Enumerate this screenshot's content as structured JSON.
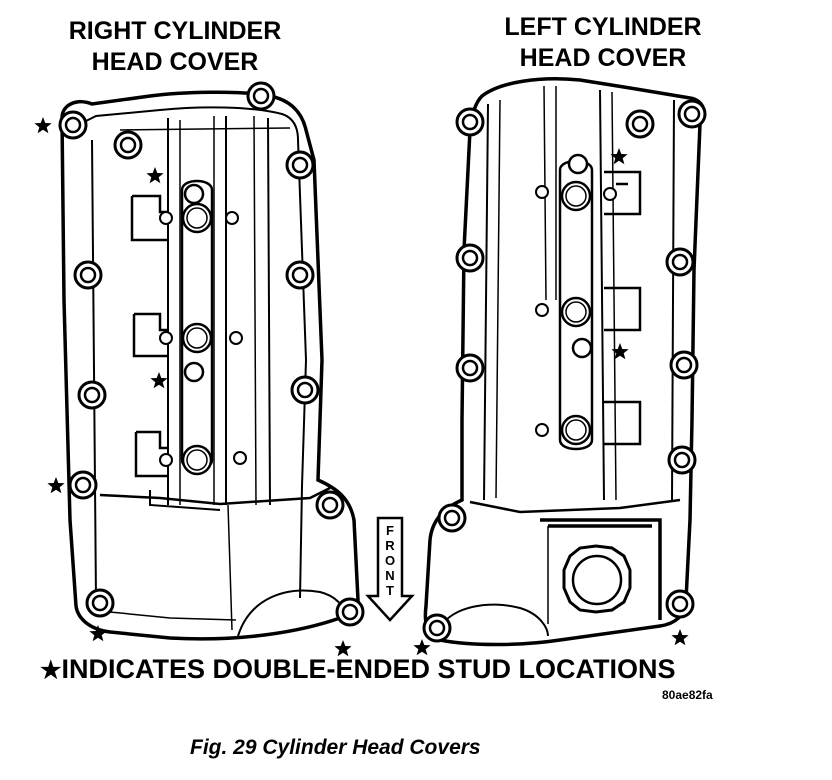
{
  "labels": {
    "right_title": [
      "RIGHT CYLINDER",
      "HEAD COVER"
    ],
    "left_title": [
      "LEFT CYLINDER",
      "HEAD COVER"
    ],
    "front": [
      "F",
      "R",
      "O",
      "N",
      "T"
    ],
    "legend_symbol": "★",
    "legend_text": "INDICATES DOUBLE-ENDED STUD LOCATIONS",
    "figure_code": "80ae82fa",
    "caption": "Fig. 29 Cylinder Head Covers"
  },
  "colors": {
    "ink": "#000000",
    "paper": "#ffffff"
  }
}
